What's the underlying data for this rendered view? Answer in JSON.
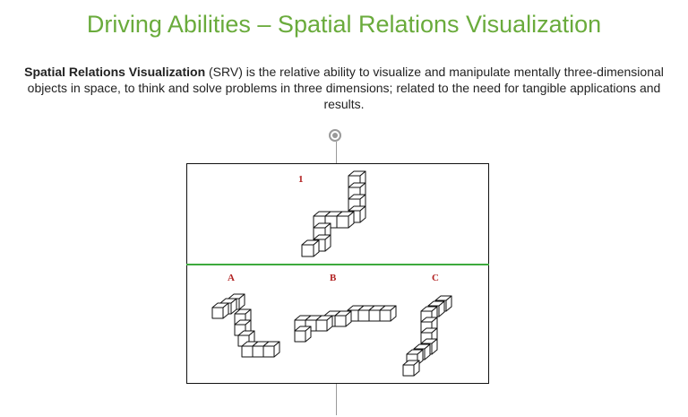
{
  "header": {
    "title": "Driving Abilities – Spatial Relations Visualization"
  },
  "description": {
    "term": "Spatial Relations Visualization",
    "body": " (SRV) is the relative ability to visualize and manipulate mentally three-dimensional objects in space, to think and solve problems in three dimensions; related to the need for tangible applications and results."
  },
  "figure": {
    "target_label": "1",
    "option_labels": {
      "a": "A",
      "b": "B",
      "c": "C"
    }
  }
}
